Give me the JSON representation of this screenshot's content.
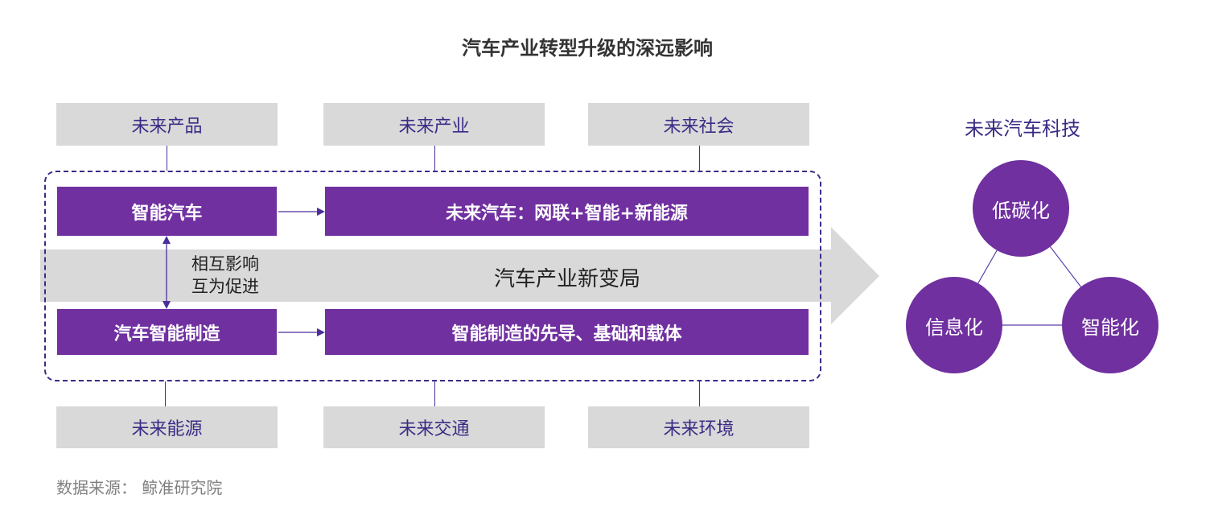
{
  "title": "汽车产业转型升级的深远影响",
  "top_boxes": [
    {
      "label": "未来产品"
    },
    {
      "label": "未来产业"
    },
    {
      "label": "未来社会"
    }
  ],
  "bottom_boxes": [
    {
      "label": "未来能源"
    },
    {
      "label": "未来交通"
    },
    {
      "label": "未来环境"
    }
  ],
  "row1": {
    "left": "智能汽车",
    "right": "未来汽车：网联+智能+新能源"
  },
  "row2": {
    "left": "汽车智能制造",
    "right": "智能制造的先导、基础和载体"
  },
  "mutual": {
    "line1": "相互影响",
    "line2": "互为促进"
  },
  "big_arrow_label": "汽车产业新变局",
  "tech": {
    "title": "未来汽车科技",
    "nodes": [
      {
        "label": "低碳化"
      },
      {
        "label": "信息化"
      },
      {
        "label": "智能化"
      }
    ]
  },
  "source": "数据来源：  鲸准研究院",
  "colors": {
    "purple": "#7030a0",
    "indigo": "#3d2a87",
    "gray_box": "#d9d9d9",
    "arrow_gray": "#d9d9d9"
  }
}
